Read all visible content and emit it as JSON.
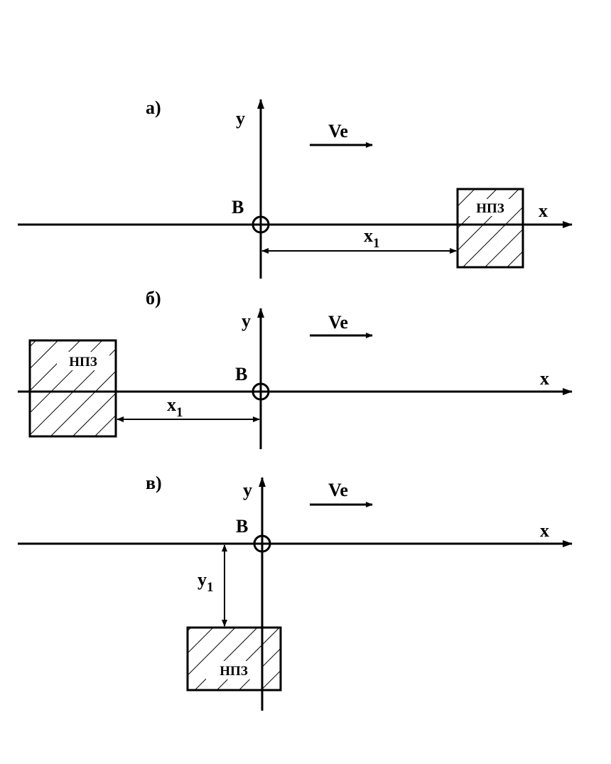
{
  "panels": [
    {
      "letter": "а)",
      "x_axis": "x",
      "y_axis": "y",
      "point": "B",
      "velocity": "Ve",
      "zone": "НПЗ",
      "dimension": {
        "base": "x",
        "sub": "1"
      }
    },
    {
      "letter": "б)",
      "x_axis": "x",
      "y_axis": "y",
      "point": "B",
      "velocity": "Ve",
      "zone": "НПЗ",
      "dimension": {
        "base": "x",
        "sub": "1"
      }
    },
    {
      "letter": "в)",
      "x_axis": "x",
      "y_axis": "y",
      "point": "B",
      "velocity": "Ve",
      "zone": "НПЗ",
      "dimension": {
        "base": "y",
        "sub": "1"
      }
    }
  ],
  "colors": {
    "ink": "#000000",
    "background": "#ffffff"
  }
}
